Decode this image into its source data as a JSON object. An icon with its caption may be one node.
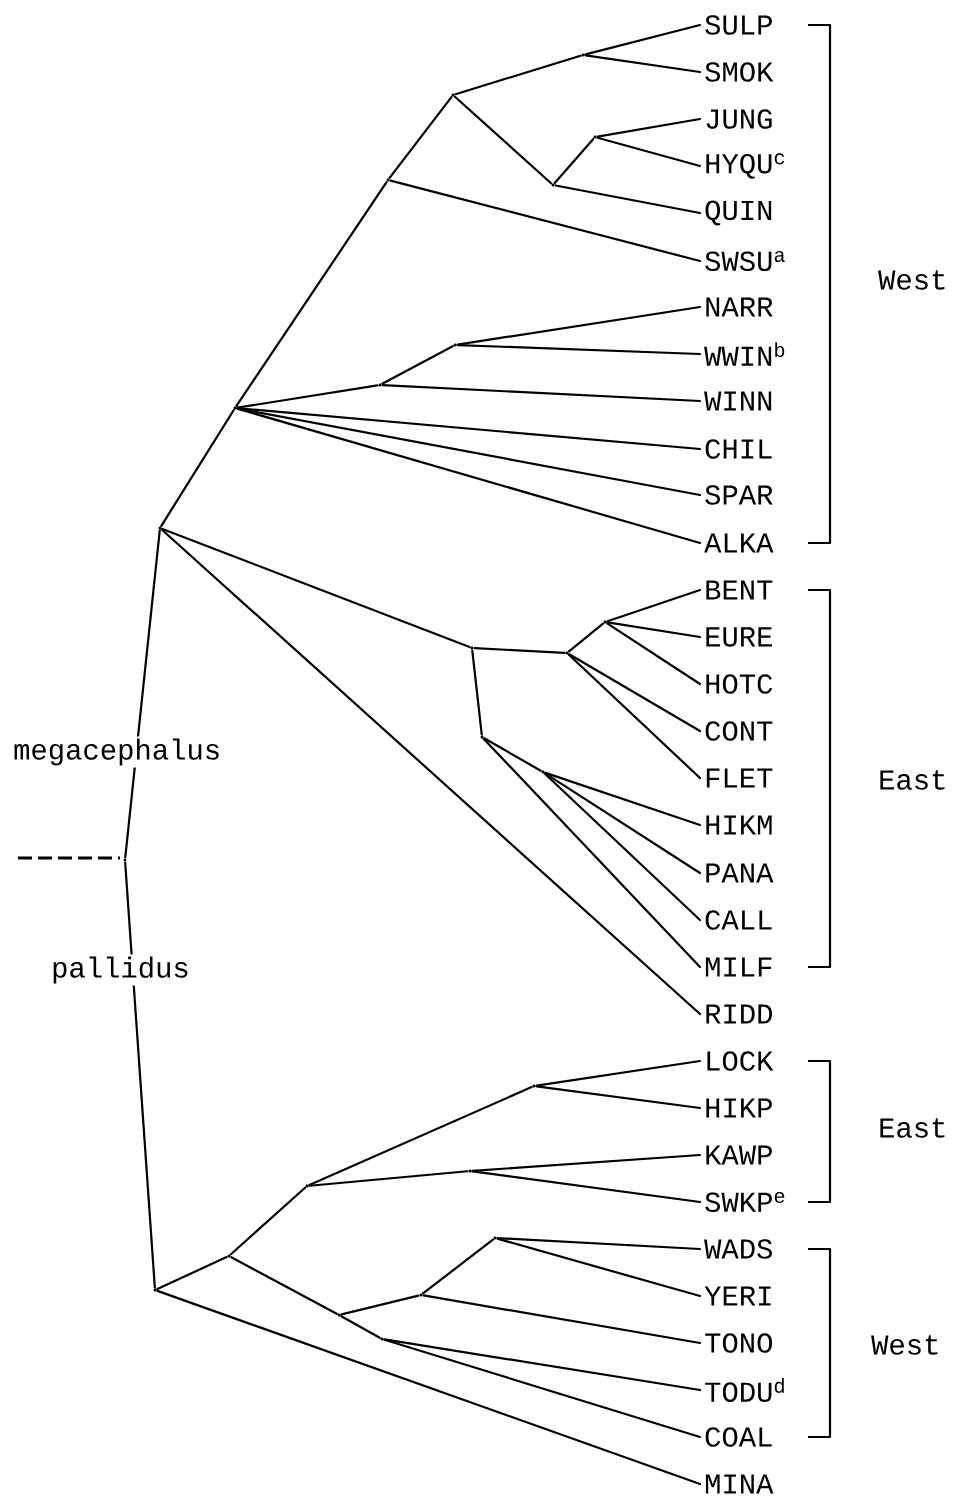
{
  "diagram": {
    "nodes": [
      {
        "text": [
          "SULP"
        ]
      },
      {
        "text": [
          "SMOK"
        ]
      },
      {
        "text": [
          "JUNG"
        ]
      },
      {
        "text": [
          "HYQU$^{c}$"
        ]
      },
      {
        "text": [
          "QUIN"
        ]
      },
      {
        "text": [
          "SWSU$^{a}$"
        ]
      },
      {
        "text": [
          "NARR"
        ]
      },
      {
        "text": [
          "WWIN$^{b}$"
        ]
      },
      {
        "text": [
          "WINN"
        ]
      },
      {
        "text": [
          "CHIL"
        ]
      },
      {
        "text": [
          "SPAR"
        ]
      },
      {
        "text": [
          "ALKA"
        ]
      },
      {
        "text": [
          "BENT"
        ]
      },
      {
        "text": [
          "EURE"
        ]
      },
      {
        "text": [
          "HOTC"
        ]
      },
      {
        "text": [
          "CONT"
        ]
      },
      {
        "text": [
          "FLET"
        ]
      },
      {
        "text": [
          "HIKM"
        ]
      },
      {
        "text": [
          "PANA"
        ]
      },
      {
        "text": [
          "CALL"
        ]
      },
      {
        "text": [
          "MILF"
        ]
      },
      {
        "text": [
          "RIDD"
        ]
      },
      {
        "text": [
          "LOCK"
        ]
      },
      {
        "text": [
          "HIKP"
        ]
      },
      {
        "text": [
          "KAWP"
        ]
      },
      {
        "text": [
          "SWKP$^{e}$"
        ]
      },
      {
        "text": [
          "WADS"
        ]
      },
      {
        "text": [
          "YERI"
        ]
      },
      {
        "text": [
          "TONO"
        ]
      },
      {
        "text": [
          "TODU$^{d}$"
        ]
      },
      {
        "text": [
          "COAL"
        ]
      },
      {
        "text": [
          "MINA"
        ]
      },
      {
        "text": [],
        "shape": "point"
      },
      {
        "text": [],
        "shape": "point"
      },
      {
        "text": [],
        "shape": "point"
      },
      {
        "text": [],
        "shape": "point"
      },
      {
        "text": [],
        "shape": "point"
      },
      {
        "text": [],
        "shape": "point"
      },
      {
        "text": [],
        "shape": "point"
      },
      {
        "text": [],
        "shape": "point"
      },
      {
        "text": [],
        "shape": "point"
      },
      {
        "text": [],
        "shape": "point"
      },
      {
        "text": [],
        "shape": "point"
      },
      {
        "text": [],
        "shape": "point"
      },
      {
        "text": [],
        "shape": "point"
      },
      {
        "text": [],
        "shape": "point"
      },
      {
        "text": [],
        "shape": "point"
      },
      {
        "text": [],
        "shape": "point"
      },
      {
        "text": [],
        "shape": "point"
      },
      {
        "text": [],
        "shape": "point"
      },
      {
        "text": [],
        "shape": "point"
      },
      {
        "text": [],
        "shape": "point"
      },
      {
        "text": [],
        "shape": "point"
      },
      {
        "text": [],
        "shape": "point"
      },
      {
        "text": [],
        "shape": "point"
      },
      {
        "text": [],
        "shape": "point"
      }
    ],
    "edges": [
      {
        "from": 32,
        "to": 33,
        "arrow": "none"
      },
      {
        "from": 32,
        "to": 34,
        "arrow": "none"
      },
      {
        "from": 33,
        "to": 35,
        "arrow": "none"
      },
      {
        "from": 33,
        "to": 43,
        "arrow": "none"
      },
      {
        "from": 33,
        "to": 21,
        "arrow": "none"
      },
      {
        "from": 35,
        "to": 36,
        "arrow": "none"
      },
      {
        "from": 35,
        "to": 41,
        "arrow": "none"
      },
      {
        "from": 35,
        "to": 9,
        "arrow": "none"
      },
      {
        "from": 35,
        "to": 10,
        "arrow": "none"
      },
      {
        "from": 35,
        "to": 11,
        "arrow": "none"
      },
      {
        "from": 36,
        "to": 37,
        "arrow": "none"
      },
      {
        "from": 36,
        "to": 5,
        "arrow": "none"
      },
      {
        "from": 37,
        "to": 38,
        "arrow": "none"
      },
      {
        "from": 37,
        "to": 39,
        "arrow": "none"
      },
      {
        "from": 38,
        "to": 0,
        "arrow": "none"
      },
      {
        "from": 38,
        "to": 1,
        "arrow": "none"
      },
      {
        "from": 39,
        "to": 40,
        "arrow": "none"
      },
      {
        "from": 39,
        "to": 4,
        "arrow": "none"
      },
      {
        "from": 40,
        "to": 2,
        "arrow": "none"
      },
      {
        "from": 40,
        "to": 3,
        "arrow": "none"
      },
      {
        "from": 41,
        "to": 42,
        "arrow": "none"
      },
      {
        "from": 41,
        "to": 8,
        "arrow": "none"
      },
      {
        "from": 42,
        "to": 6,
        "arrow": "none"
      },
      {
        "from": 42,
        "to": 7,
        "arrow": "none"
      },
      {
        "from": 43,
        "to": 44,
        "arrow": "none"
      },
      {
        "from": 43,
        "to": 46,
        "arrow": "none"
      },
      {
        "from": 44,
        "to": 45,
        "arrow": "none"
      },
      {
        "from": 44,
        "to": 15,
        "arrow": "none"
      },
      {
        "from": 44,
        "to": 16,
        "arrow": "none"
      },
      {
        "from": 45,
        "to": 12,
        "arrow": "none"
      },
      {
        "from": 45,
        "to": 13,
        "arrow": "none"
      },
      {
        "from": 45,
        "to": 14,
        "arrow": "none"
      },
      {
        "from": 46,
        "to": 55,
        "arrow": "none"
      },
      {
        "from": 46,
        "to": 20,
        "arrow": "none"
      },
      {
        "from": 55,
        "to": 17,
        "arrow": "none"
      },
      {
        "from": 55,
        "to": 18,
        "arrow": "none"
      },
      {
        "from": 55,
        "to": 19,
        "arrow": "none"
      },
      {
        "from": 34,
        "to": 47,
        "arrow": "none"
      },
      {
        "from": 34,
        "to": 31,
        "arrow": "none"
      },
      {
        "from": 47,
        "to": 48,
        "arrow": "none"
      },
      {
        "from": 47,
        "to": 51,
        "arrow": "none"
      },
      {
        "from": 48,
        "to": 49,
        "arrow": "none"
      },
      {
        "from": 48,
        "to": 50,
        "arrow": "none"
      },
      {
        "from": 49,
        "to": 22,
        "arrow": "none"
      },
      {
        "from": 49,
        "to": 23,
        "arrow": "none"
      },
      {
        "from": 50,
        "to": 24,
        "arrow": "none"
      },
      {
        "from": 50,
        "to": 25,
        "arrow": "none"
      },
      {
        "from": 51,
        "to": 52,
        "arrow": "none"
      },
      {
        "from": 51,
        "to": 54,
        "arrow": "none"
      },
      {
        "from": 52,
        "to": 53,
        "arrow": "none"
      },
      {
        "from": 52,
        "to": 28,
        "arrow": "none"
      },
      {
        "from": 53,
        "to": 26,
        "arrow": "none"
      },
      {
        "from": 53,
        "to": 27,
        "arrow": "none"
      },
      {
        "from": 54,
        "to": 29,
        "arrow": "none"
      },
      {
        "from": 54,
        "to": 30,
        "arrow": "none"
      }
    ],
    "labels": [
      "megacephalus",
      "pallidus",
      "West",
      "East",
      "East",
      "West"
    ]
  }
}
